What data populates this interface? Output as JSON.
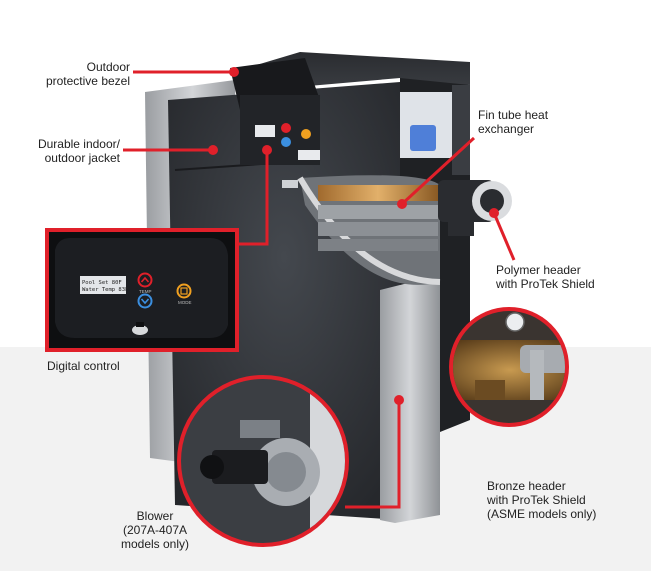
{
  "labels": {
    "bezel": [
      "Outdoor",
      "protective bezel"
    ],
    "jacket": [
      "Durable indoor/",
      "outdoor jacket"
    ],
    "heat_exchanger": [
      "Fin tube heat",
      "exchanger"
    ],
    "polymer_header": [
      "Polymer header",
      "with ProTek Shield"
    ],
    "digital_control": [
      "Digital control"
    ],
    "blower": [
      "Blower",
      "(207A-407A",
      "models only)"
    ],
    "bronze_header": [
      "Bronze header",
      "with ProTek Shield",
      "(ASME models only)"
    ]
  },
  "control_panel": {
    "lcd_line1": "Pool Set 80F",
    "lcd_line2": "Water Temp 83F",
    "temp_label": "TEMP",
    "mode_label": "MODE"
  },
  "colors": {
    "accent": "#e0202a",
    "floor": "#f2f2f2",
    "body": "#34373c",
    "jacket": "#b9bcbf"
  }
}
